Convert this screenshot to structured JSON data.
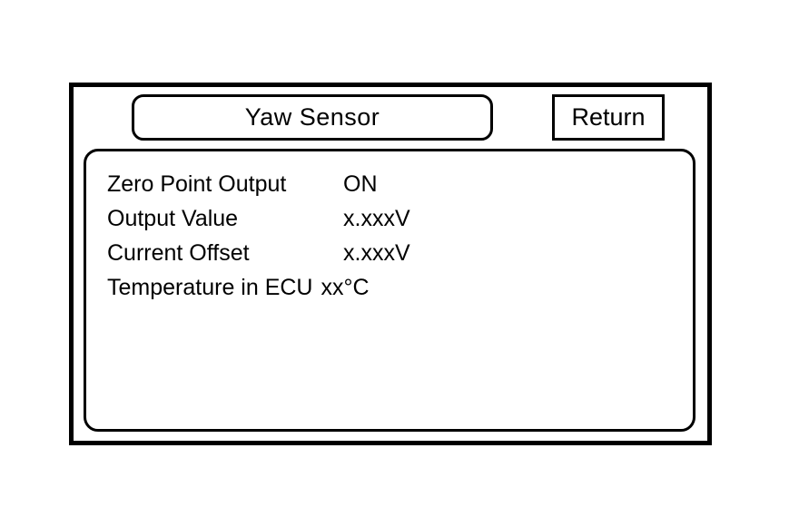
{
  "screen": {
    "title": "Yaw Sensor",
    "return_label": "Return"
  },
  "panel": {
    "rows": [
      {
        "label": "Zero Point Output",
        "value": "ON"
      },
      {
        "label": "Output Value",
        "value": "x.xxxV"
      },
      {
        "label": "Current Offset",
        "value": "x.xxxV"
      },
      {
        "label": "Temperature in ECU",
        "value": "xx°C"
      }
    ]
  },
  "colors": {
    "foreground": "#000000",
    "background": "#ffffff"
  }
}
